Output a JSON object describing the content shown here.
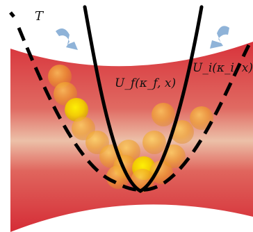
{
  "labels": {
    "temperature": "T",
    "final_potential": "U_f(κ_f, x)",
    "initial_potential": "U_i(κ_i, x)"
  },
  "colors": {
    "band_edge": "#d8333b",
    "band_mid": "#ecc0a8",
    "arrow": "#8fb3d8",
    "curve": "#000000",
    "particle": "#f2b51e",
    "particle_highlight": "#ffe000"
  },
  "diagram": {
    "particle_count": 17,
    "curves": [
      "final_potential",
      "initial_potential"
    ],
    "arrows": [
      "left_curved_arrow",
      "right_curved_arrow"
    ]
  }
}
